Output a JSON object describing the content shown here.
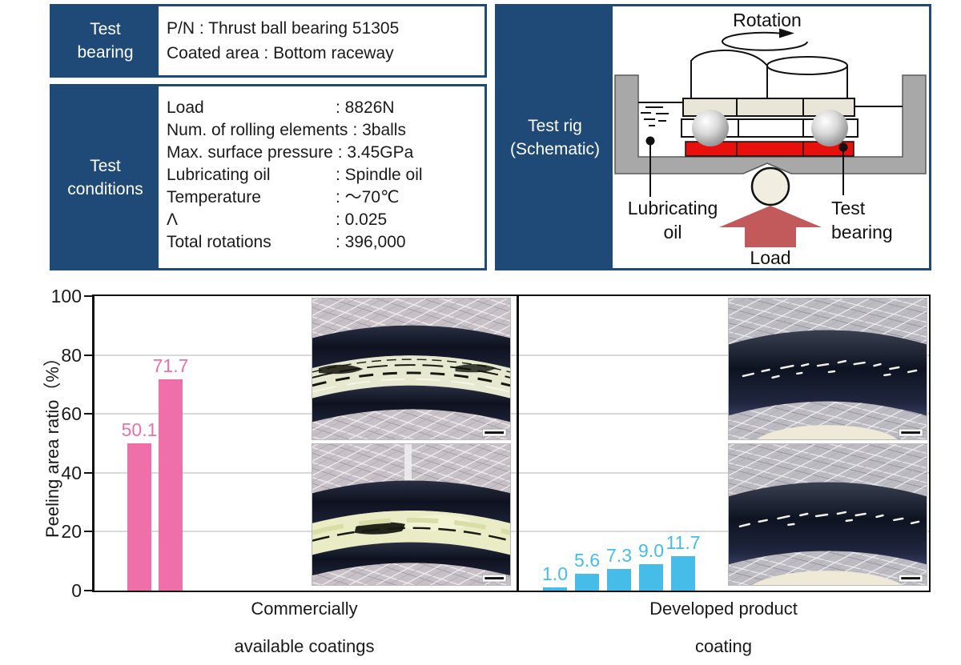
{
  "colors": {
    "header_blue": "#1f4a78",
    "pink": "#ef6fa8",
    "light_blue": "#45bde8",
    "raceway_red": "#e8100c",
    "load_arrow_red": "#c2595a"
  },
  "test_bearing": {
    "header_lines": [
      "Test",
      "bearing"
    ],
    "lines": [
      "P/N : Thrust ball bearing 51305",
      "Coated area : Bottom raceway"
    ]
  },
  "test_conditions": {
    "header_lines": [
      "Test",
      "conditions"
    ],
    "rows": [
      {
        "label": "Load",
        "value": "8826N"
      },
      {
        "label": "Num. of rolling elements",
        "value": "3balls"
      },
      {
        "label": "Max. surface pressure",
        "value": "3.45GPa"
      },
      {
        "label": "Lubricating oil",
        "value": "Spindle oil"
      },
      {
        "label": "Temperature",
        "value": "～70℃"
      },
      {
        "label": "Λ",
        "value": "0.025"
      },
      {
        "label": "Total rotations",
        "value": "396,000"
      }
    ]
  },
  "test_rig": {
    "header_lines": [
      "Test rig",
      "(Schematic)"
    ],
    "labels": {
      "rotation": "Rotation",
      "lubricating_oil": [
        "Lubricating",
        "oil"
      ],
      "test_bearing": [
        "Test",
        "bearing"
      ],
      "load": "Load"
    }
  },
  "chart_data": {
    "type": "bar",
    "title": "",
    "ylabel": "Peeling area ratio（%）",
    "xlabel": "",
    "ylim": [
      0,
      100
    ],
    "yticks": [
      0,
      20,
      40,
      60,
      80,
      100
    ],
    "grid": true,
    "legend": null,
    "groups": [
      {
        "category_lines": [
          "Commercially",
          "available coatings"
        ],
        "series_color": "#ef6fa8",
        "values": [
          50.1,
          71.7
        ],
        "value_labels": [
          "50.1",
          "71.7"
        ]
      },
      {
        "category_lines": [
          "Developed product",
          "coating"
        ],
        "series_color": "#45bde8",
        "values": [
          1.0,
          5.6,
          7.3,
          9.0,
          11.7
        ],
        "value_labels": [
          "1.0",
          "5.6",
          "7.3",
          "9.0",
          "11.7"
        ]
      }
    ]
  }
}
